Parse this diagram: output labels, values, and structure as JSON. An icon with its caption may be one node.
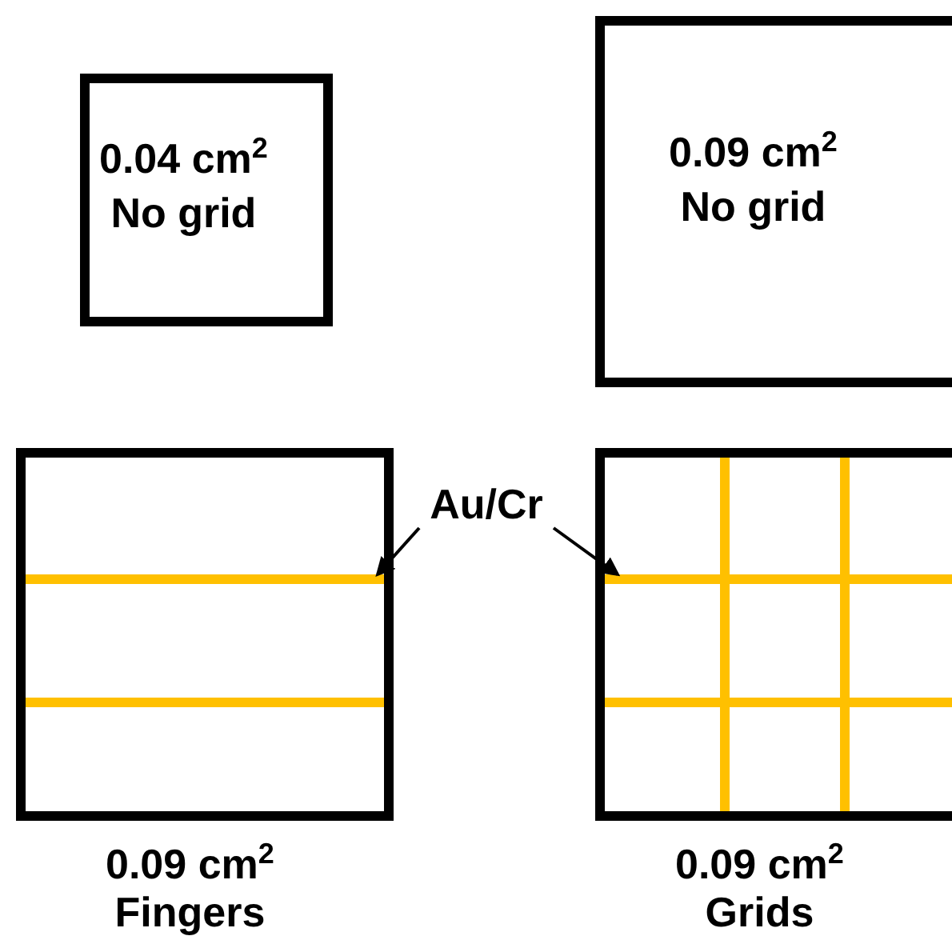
{
  "diagram": {
    "nodes": [
      {
        "text": [
          "0.04 cm$^{2}$",
          "No grid"
        ]
      },
      {
        "text": [
          "0.09 cm$^{2}$",
          "No grid"
        ]
      },
      {
        "text": [],
        "shape": "box",
        "beside": [
          "0.09 cm$^{2}$",
          "Fingers"
        ]
      },
      {
        "text": [],
        "shape": "box",
        "beside": [
          "0.09 cm$^{2}$",
          "Grids"
        ]
      },
      {
        "text": [
          "Au/Cr"
        ]
      },
      {
        "text": [],
        "shape": "bar",
        "in": 2
      },
      {
        "text": [],
        "shape": "bar",
        "in": 3
      }
    ],
    "edges": [
      {
        "from": 4,
        "to": 5,
        "arrow": "to"
      },
      {
        "from": 4,
        "to": 6,
        "arrow": "to"
      }
    ]
  }
}
